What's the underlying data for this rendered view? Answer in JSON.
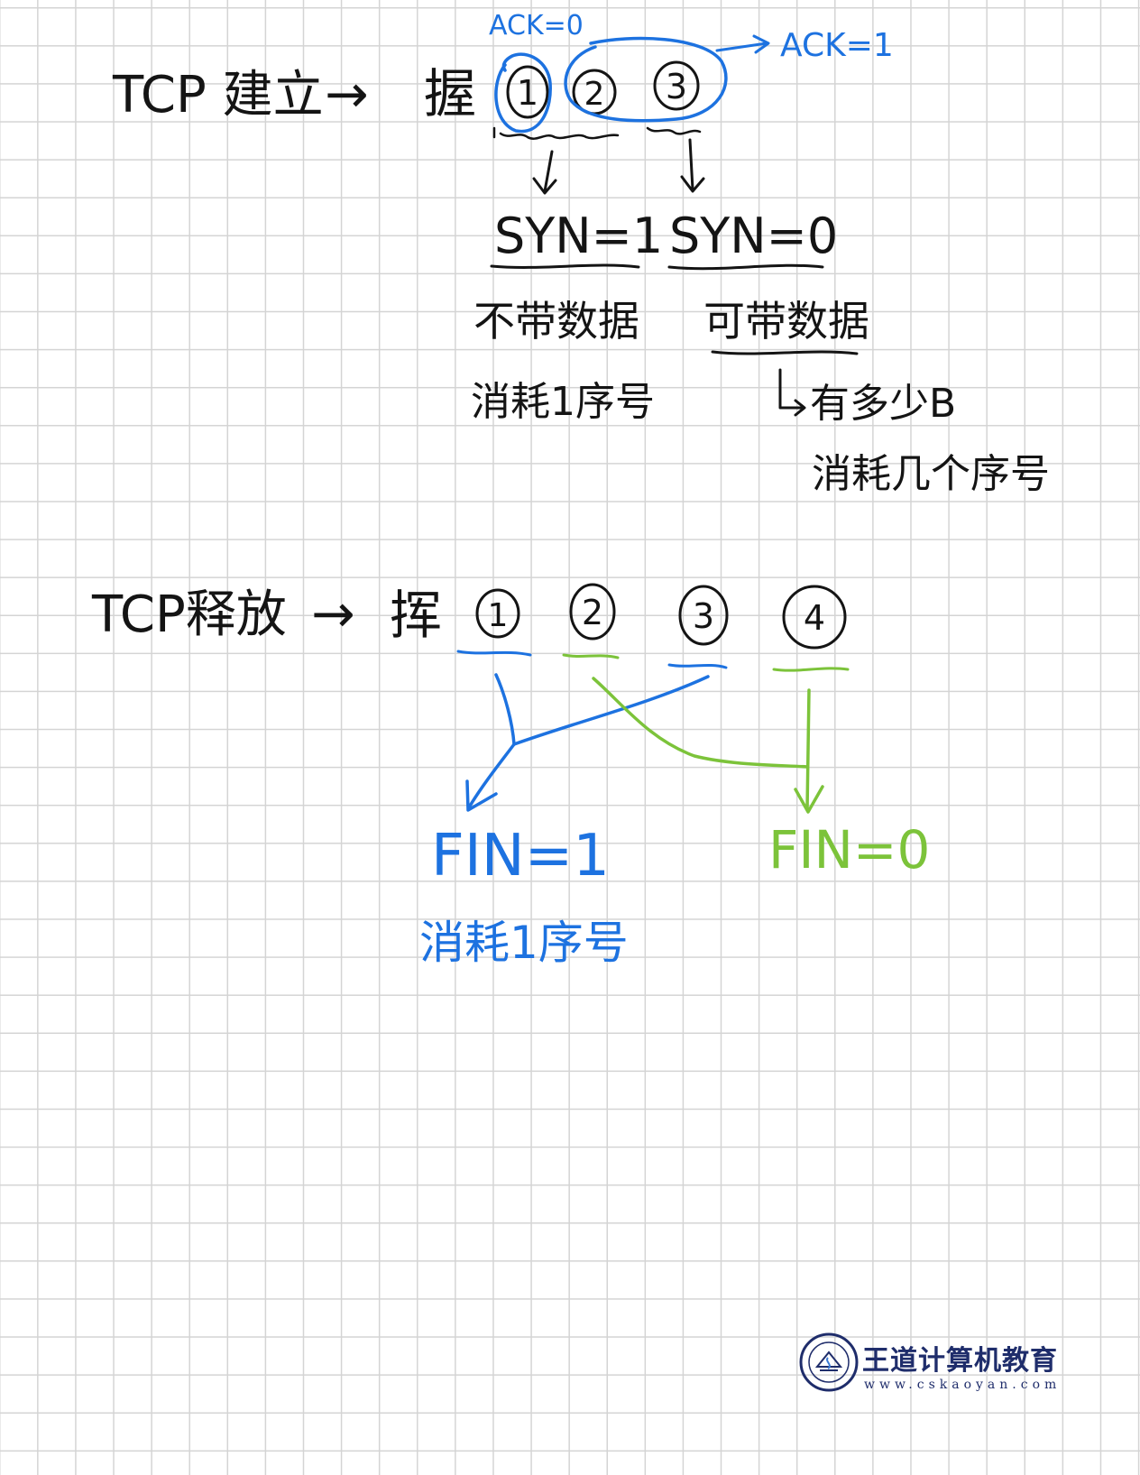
{
  "colors": {
    "ink": "#141414",
    "blue": "#1d72e0",
    "green": "#7cc33a",
    "grid": "#d4d4d4",
    "logo": "#1f2d6b"
  },
  "handshake": {
    "title": "TCP 建立",
    "arrow": "→",
    "label": "握",
    "steps": [
      "1",
      "2",
      "3"
    ],
    "ack0": "ACK=0",
    "ack1": "ACK=1",
    "syn1": "SYN=1",
    "syn0": "SYN=0",
    "syn1_note1": "不带数据",
    "syn1_note2": "消耗1序号",
    "syn0_note1": "可带数据",
    "syn0_note2": "有多少B",
    "syn0_note3": "消耗几个序号"
  },
  "teardown": {
    "title": "TCP释放",
    "arrow": "→",
    "label": "挥",
    "steps": [
      "1",
      "2",
      "3",
      "4"
    ],
    "fin1": "FIN=1",
    "fin1_note": "消耗1序号",
    "fin0": "FIN=0"
  },
  "logo": {
    "title": "王道计算机教育",
    "url": "www.cskaoyan.com"
  }
}
